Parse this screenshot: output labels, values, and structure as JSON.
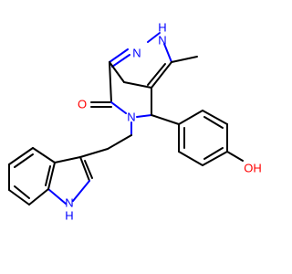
{
  "molecule": {
    "colors": {
      "carbon": "#000000",
      "nitrogen": "#0000ff",
      "oxygen": "#ff0000"
    },
    "labels": {
      "n_pyrazole_1": "N",
      "nh_pyrazole": "H",
      "n_pyrazole_2": "N",
      "methyl": "",
      "carbonyl_o": "O",
      "n_lactam": "N",
      "hydroxyl": "OH",
      "nh_indole_h": "H",
      "nh_indole_n": "N"
    }
  }
}
